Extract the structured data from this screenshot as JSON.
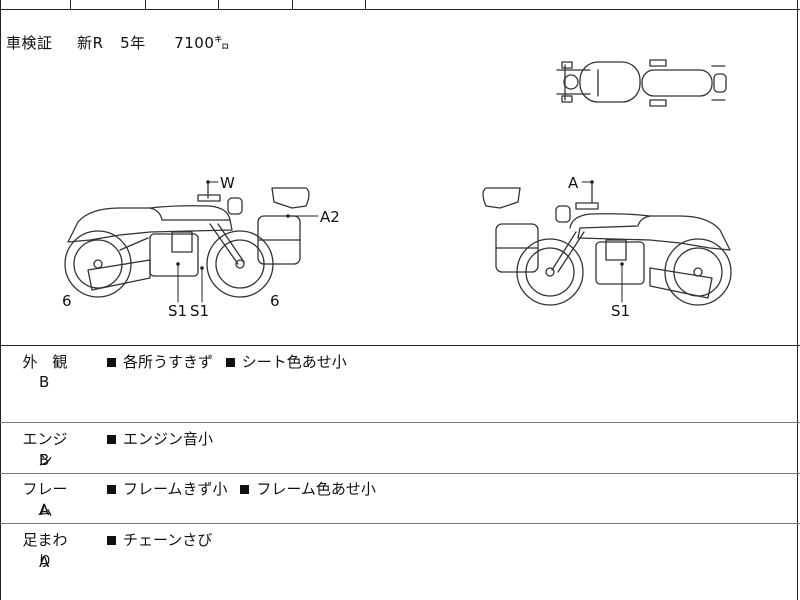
{
  "certificate": {
    "label": "車検証",
    "status": "新R",
    "years": "5年",
    "mileage": "7100㌔"
  },
  "diagram_marks": {
    "left_windscreen": "W",
    "left_luggage": "A2",
    "left_frame_1": "S1",
    "left_frame_2": "S1",
    "left_rear_wheel": "6",
    "left_front_wheel": "6",
    "right_mirror": "A",
    "right_frame": "S1"
  },
  "conditions": [
    {
      "title": "外　観",
      "grade": "B",
      "notes": [
        "各所うすきず",
        "シート色あせ小"
      ]
    },
    {
      "title": "エンジン",
      "grade": "B",
      "notes": [
        "エンジン音小"
      ]
    },
    {
      "title": "フレーム",
      "grade": "A",
      "notes": [
        "フレームきず小",
        "フレーム色あせ小"
      ]
    },
    {
      "title": "足まわり",
      "grade": "A",
      "notes": [
        "チェーンさび"
      ]
    }
  ]
}
